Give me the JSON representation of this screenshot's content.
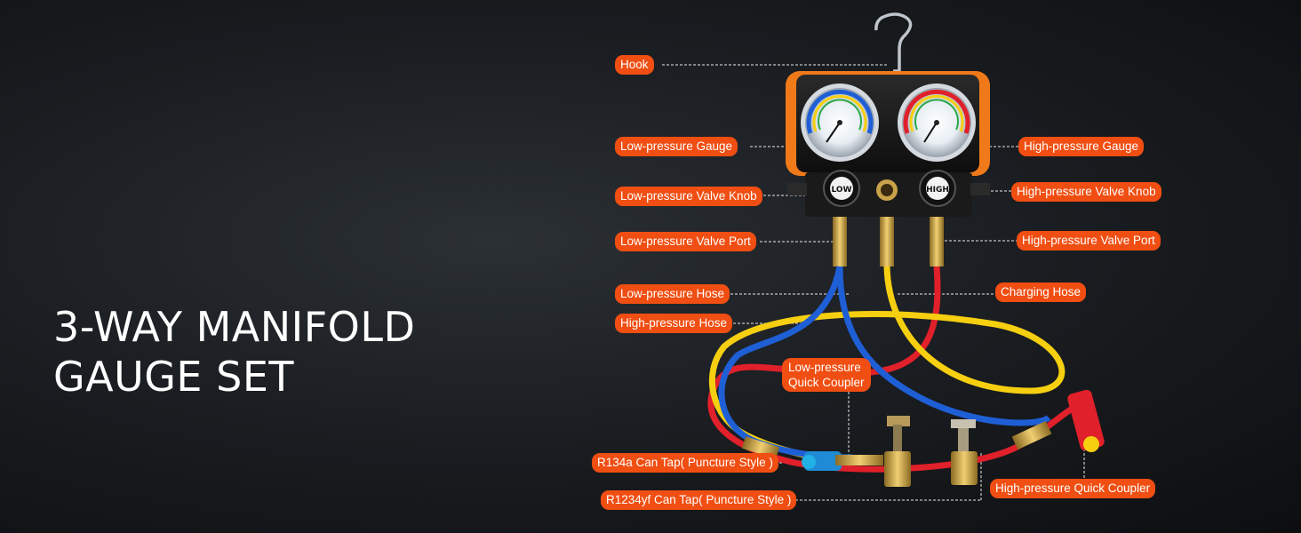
{
  "title": {
    "line1": "3-WAY MANIFOLD",
    "line2": "GAUGE SET"
  },
  "gauge_labels": {
    "low": "LOW",
    "high": "HIGH"
  },
  "callouts": {
    "hook": "Hook",
    "low_gauge": "Low-pressure Gauge",
    "high_gauge": "High-pressure Gauge",
    "low_knob": "Low-pressure Valve Knob",
    "high_knob": "High-pressure Valve Knob",
    "low_port": "Low-pressure Valve Port",
    "high_port": "High-pressure Valve Port",
    "low_hose": "Low-pressure Hose",
    "charging_hose": "Charging Hose",
    "high_hose": "High-pressure Hose",
    "low_coupler_line1": "Low-pressure",
    "low_coupler_line2": "Quick Coupler",
    "r134a": "R134a Can Tap( Puncture Style )",
    "r1234yf": "R1234yf  Can Tap( Puncture Style )",
    "high_coupler": "High-pressure Quick Coupler"
  },
  "colors": {
    "callout": "#f04e12",
    "body_orange": "#f07a1a",
    "hose_blue": "#1f5fd6",
    "hose_yellow": "#f5cf10",
    "hose_red": "#e0202a",
    "brass": "#c9a24a"
  }
}
